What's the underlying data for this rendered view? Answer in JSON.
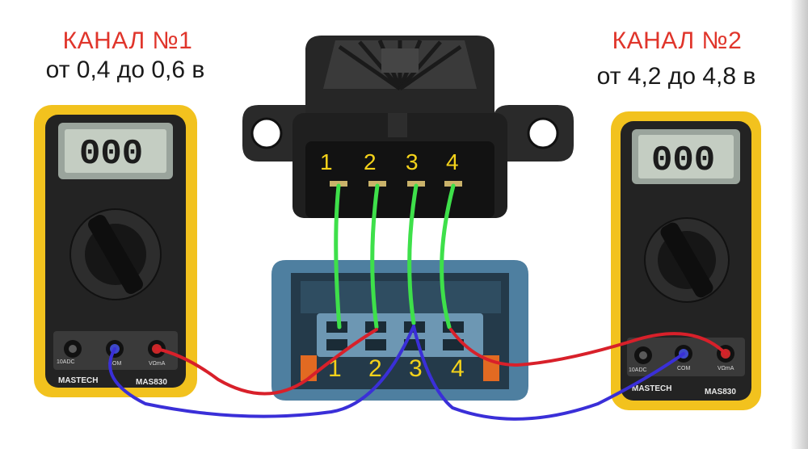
{
  "channel1": {
    "title": "КАНАЛ №1",
    "range": "от 0,4 до 0,6 в"
  },
  "channel2": {
    "title": "КАНАЛ №2",
    "range": "от 4,2 до 4,8 в"
  },
  "sensor_pins": [
    "1",
    "2",
    "3",
    "4"
  ],
  "plug_pins": [
    "1",
    "2",
    "3",
    "4"
  ],
  "meter_left": {
    "display": "000",
    "brand": "MASTECH",
    "model": "MAS830"
  },
  "meter_right": {
    "display": "000",
    "brand": "MASTECH",
    "model": "MAS830"
  },
  "colors": {
    "title_red": "#e0352b",
    "wire_green": "#3ee04a",
    "wire_red": "#d8202a",
    "wire_blue": "#3a2fd8",
    "meter_yellow": "#f2c21e",
    "connector_blue": "#4e7fa0",
    "pin_number": "#f4d21a"
  }
}
